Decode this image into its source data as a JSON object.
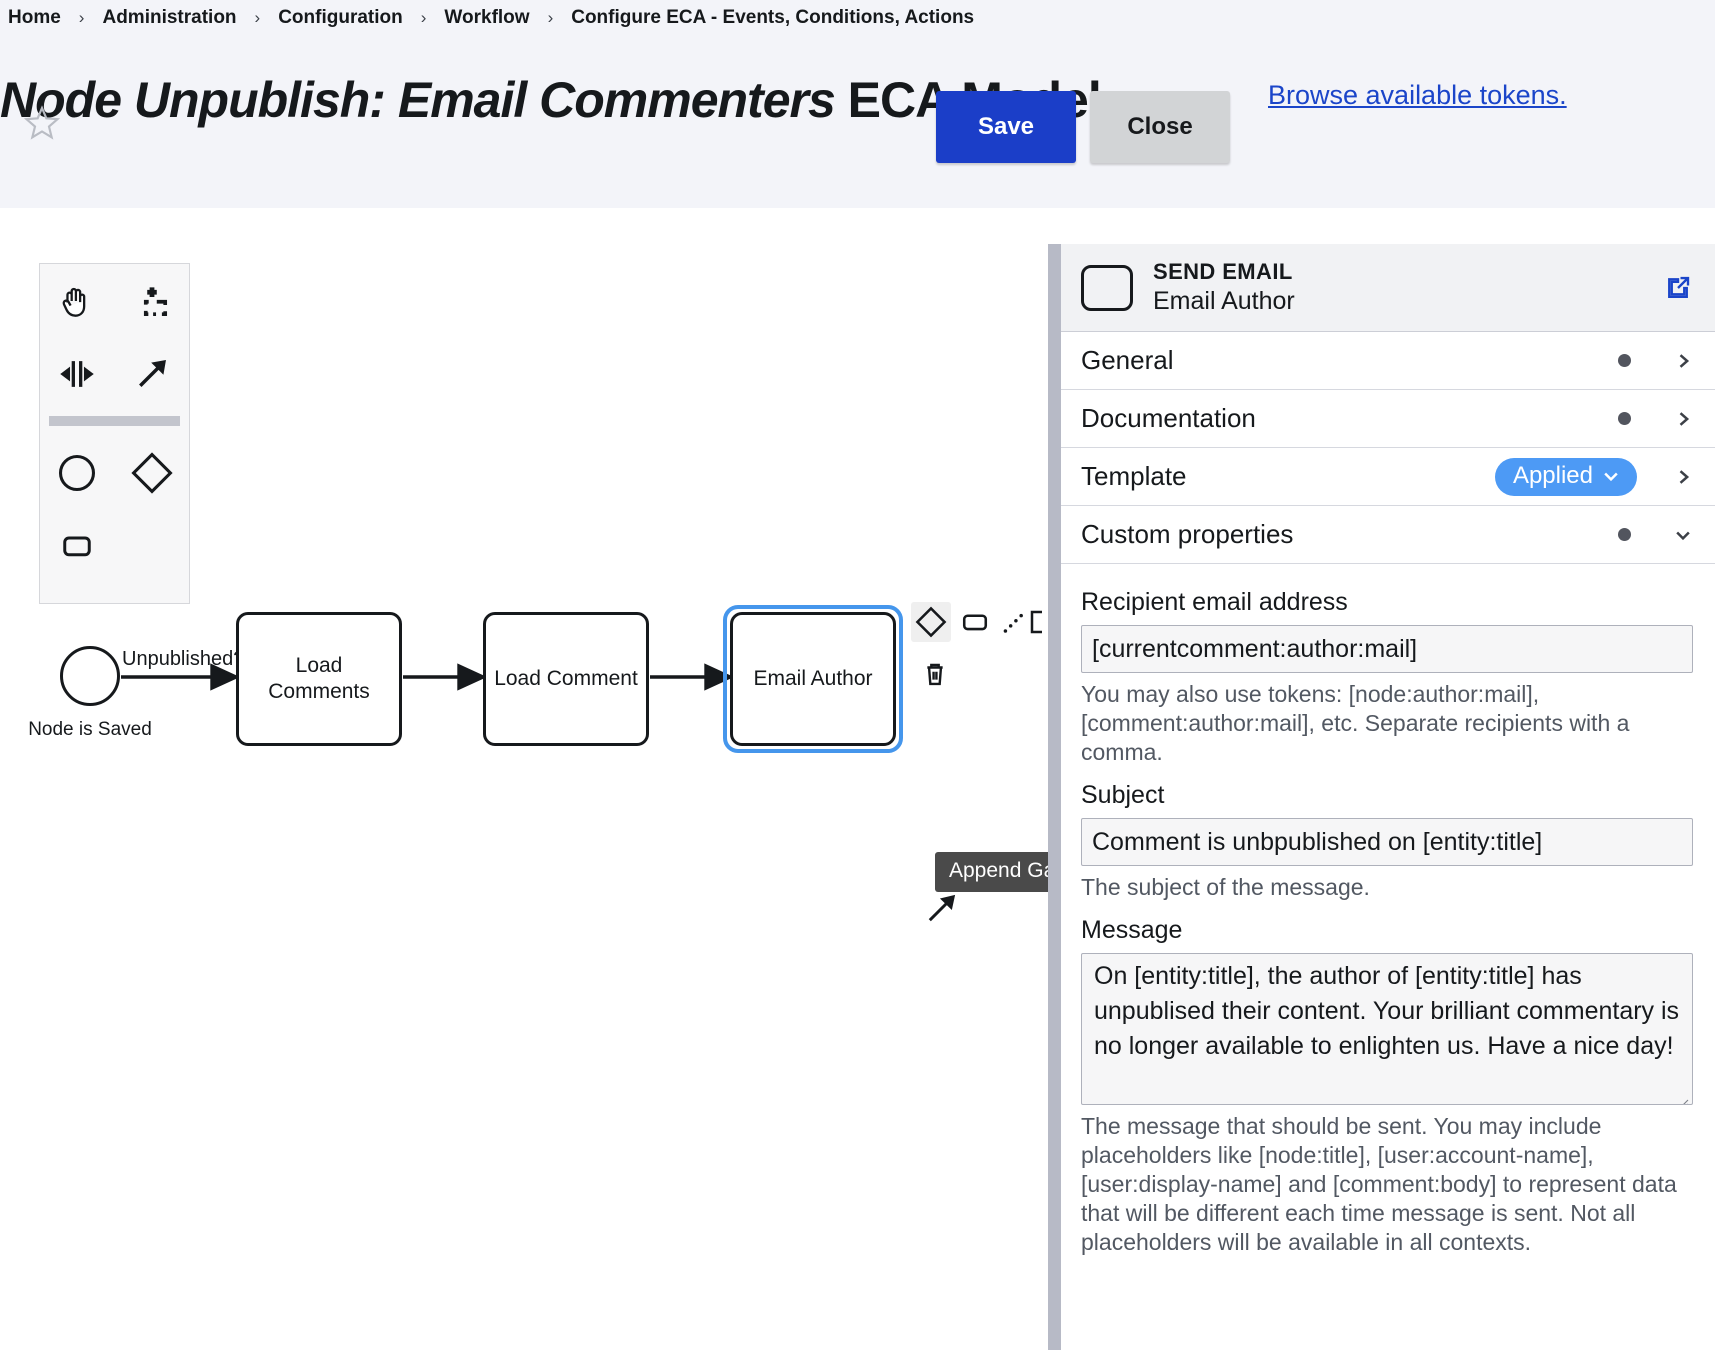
{
  "header": {
    "breadcrumb": [
      "Home",
      "Administration",
      "Configuration",
      "Workflow",
      "Configure ECA - Events, Conditions, Actions"
    ],
    "breadcrumb_separator": "›",
    "title_italic": "Node Unpublish: Email Commenters",
    "title_rest": " ECA Model",
    "star_icon": "star-outline-icon",
    "save_label": "Save",
    "close_label": "Close",
    "tokens_link": "Browse available tokens.",
    "colors": {
      "primary": "#1b3ec8",
      "secondary": "#d2d4d6",
      "link": "#1b45c9",
      "band": "#f3f4f9"
    }
  },
  "palette": {
    "tools": [
      {
        "name": "hand-tool-icon",
        "label": "Activate the hand tool"
      },
      {
        "name": "lasso-tool-icon",
        "label": "Activate the lasso tool"
      },
      {
        "name": "space-tool-icon",
        "label": "Activate the create/remove space tool"
      },
      {
        "name": "connect-tool-icon",
        "label": "Activate the global connect tool"
      }
    ],
    "shapes": [
      {
        "name": "start-event-icon",
        "label": "Create StartEvent"
      },
      {
        "name": "gateway-icon",
        "label": "Create Gateway"
      },
      {
        "name": "task-icon",
        "label": "Create Task"
      }
    ]
  },
  "diagram": {
    "start_event": {
      "label": "Node is Saved"
    },
    "edge_labels": [
      "Unpublished?"
    ],
    "tasks": [
      {
        "label": "Load\nComments",
        "selected": false
      },
      {
        "label": "Load Comment",
        "selected": false
      },
      {
        "label": "Email Author",
        "selected": true
      }
    ],
    "context_pad": [
      {
        "name": "append-gateway-icon",
        "label": "Append Gateway",
        "hovered": true
      },
      {
        "name": "append-task-icon",
        "label": "Append Task",
        "hovered": false
      },
      {
        "name": "append-connect-icon",
        "label": "Connect",
        "hovered": false
      },
      {
        "name": "append-bracket-icon",
        "label": "Append",
        "hovered": false
      },
      {
        "name": "delete-icon",
        "label": "Remove",
        "hovered": false
      },
      {
        "name": "connect-arrow-icon",
        "label": "Connect using Sequence Flow",
        "hovered": false
      }
    ],
    "tooltip": "Append Gateway",
    "selection_color": "#4596ec"
  },
  "panel": {
    "element": {
      "type_label": "SEND EMAIL",
      "name": "Email Author",
      "icon": "task-shape-icon"
    },
    "external_link_icon": "open-external-icon",
    "groups": [
      {
        "label": "General",
        "has_dot": true,
        "state": "collapsed"
      },
      {
        "label": "Documentation",
        "has_dot": true,
        "state": "collapsed"
      },
      {
        "label": "Template",
        "badge": "Applied",
        "badge_caret": "⌄",
        "state": "collapsed"
      },
      {
        "label": "Custom properties",
        "has_dot": true,
        "state": "expanded"
      }
    ],
    "badge_color": "#4d9af5",
    "fields": [
      {
        "label": "Recipient email address",
        "kind": "text",
        "value": "[currentcomment:author:mail]",
        "help": "You may also use tokens: [node:author:mail], [comment:author:mail], etc. Separate recipients with a comma."
      },
      {
        "label": "Subject",
        "kind": "text",
        "value": "Comment is unbpublished on [entity:title]",
        "help": "The subject of the message."
      },
      {
        "label": "Message",
        "kind": "textarea",
        "value": "On [entity:title], the author of [entity:title] has unpublised their content. Your brilliant commentary is no longer available to enlighten us. Have a nice day!",
        "help": "The message that should be sent. You may include placeholders like [node:title], [user:account-name], [user:display-name] and [comment:body] to represent data that will be different each time message is sent. Not all placeholders will be available in all contexts."
      }
    ]
  }
}
